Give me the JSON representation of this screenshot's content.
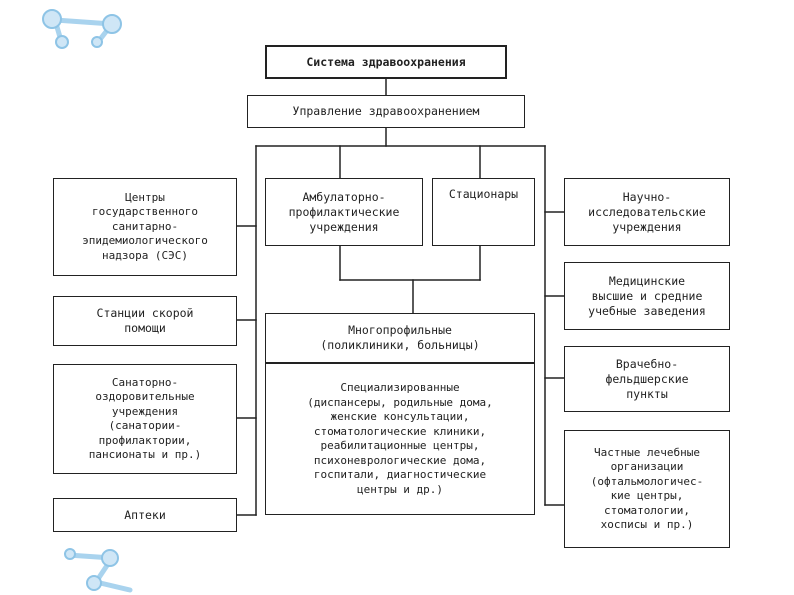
{
  "diagram": {
    "title": "Система здравоохранения",
    "management": "Управление здравоохранением",
    "left": [
      "Центры\nгосударственного\nсанитарно-\nэпидемиологического\nнадзора (СЭС)",
      "Станции скорой\nпомощи",
      "Санаторно-\nоздоровительные\nучреждения\n(санатории-\nпрофилактории,\nпансионаты и пр.)",
      "Аптеки"
    ],
    "center": {
      "ambulatory": "Амбулаторно-\nпрофилактические\nучреждения",
      "hospitals": "Стационары",
      "multiprofile": "Многопрофильные\n(поликлиники, больницы)",
      "specialized": "Специализированные\n(диспансеры, родильные дома,\nженские консультации,\nстоматологические клиники,\nреабилитационные центры,\nпсихоневрологические дома,\nгоспитали, диагностические\nцентры и др.)"
    },
    "right": [
      "Научно-\nисследовательские\nучреждения",
      "Медицинские\nвысшие и средние\nучебные заведения",
      "Врачебно-\nфельдшерские\nпункты",
      "Частные лечебные\nорганизации\n(офтальмологичес-\nкие центры,\nстоматологии,\nхосписы и пр.)"
    ],
    "colors": {
      "line": "#222222",
      "decoration": "#a9d3ee"
    }
  }
}
